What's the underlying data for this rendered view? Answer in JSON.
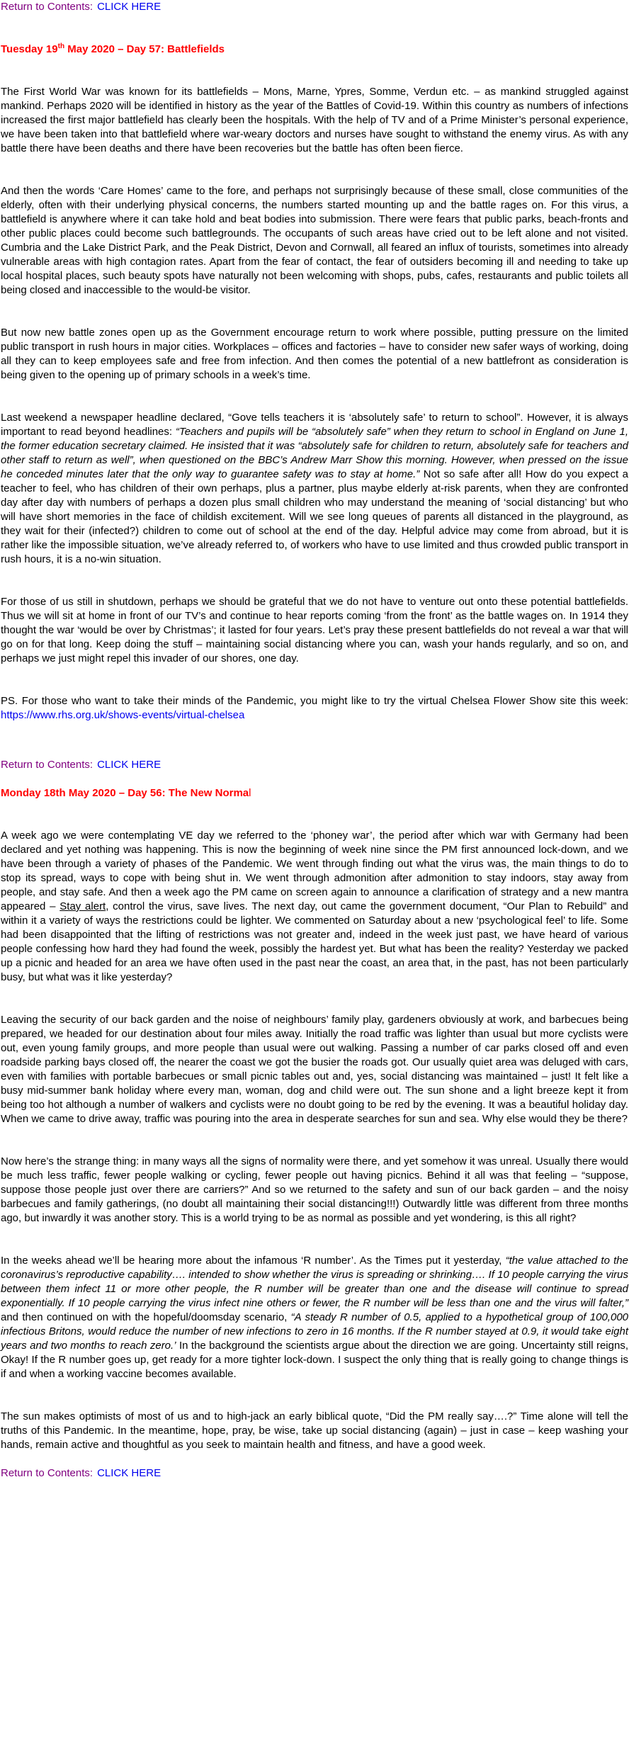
{
  "nav": {
    "return_label": "Return to Contents:",
    "click_here": "CLICK HERE"
  },
  "colors": {
    "heading": "#ff0000",
    "return_label": "#800080",
    "link": "#0000ee",
    "text": "#000000"
  },
  "day57": {
    "title_pre": "Tuesday 19",
    "title_sup": "th",
    "title_post": " May 2020 – Day 57: Battlefields",
    "p1": "The First World War was known for its battlefields – Mons, Marne, Ypres, Somme, Verdun etc. – as mankind struggled against mankind. Perhaps 2020 will be identified in history as the year of the Battles of Covid-19. Within this country as numbers of infections increased the first major battlefield has clearly been the hospitals. With the help of TV and of a Prime Minister’s personal experience, we have been taken into that battlefield where war-weary doctors and nurses have sought to withstand the enemy virus. As with any battle there have been deaths and there have been recoveries but the battle has often been fierce.",
    "p2": "And then the words ‘Care Homes’ came to the fore, and perhaps not surprisingly because of these small, close communities of the elderly, often with their underlying physical concerns, the numbers started mounting up and the battle rages on.  For this virus, a battlefield is anywhere where it can take hold and beat bodies into submission. There were fears that public parks, beach-fronts and other public places could become such battlegrounds. The occupants of such areas have cried out to be left alone and not visited.  Cumbria and the Lake District Park, and the Peak District, Devon and Cornwall, all feared an influx of tourists, sometimes into already vulnerable areas with high contagion rates. Apart from the fear of contact, the fear of outsiders becoming ill and needing to take up local hospital places, such beauty spots have naturally not been welcoming with shops, pubs, cafes, restaurants and public toilets all being closed and inaccessible to the would-be visitor.",
    "p3": "But now new battle zones open up as the Government encourage return to work where possible, putting pressure on the limited public transport in rush hours in major cities. Workplaces – offices and factories – have to consider new safer ways of working, doing all they can to keep employees safe and free from infection. And then comes the potential of a new battlefront as consideration is being given to the opening up of primary schools in a week’s time.",
    "p4_a": "Last weekend a newspaper headline declared, “Gove tells teachers it is ‘absolutely safe’ to return to school”. However, it is always important to read beyond headlines: ",
    "p4_b": "“Teachers and pupils will be “absolutely safe” when they return to school in England on June 1, the former education secretary claimed. He insisted that it was “absolutely safe for children to return, absolutely safe for teachers and other staff to return as well”, when questioned on the BBC’s Andrew Marr Show this morning. However, when pressed on the issue he conceded minutes later that the only way to guarantee safety was to stay at home.”",
    "p4_c": "  Not so safe after all!  How do you expect a teacher to feel, who has children of their own perhaps, plus a partner, plus maybe elderly at-risk parents, when they are confronted day after day with numbers of perhaps a dozen plus small children who may understand the meaning of ‘social distancing’ but who will have short memories in the face of childish excitement. Will we see long queues of parents all distanced in the playground, as they wait for their (infected?) children to come out of school at the end of the day. Helpful advice may come from abroad, but it is rather like the impossible situation, we’ve already referred to, of workers who have to use limited and thus crowded public transport in rush hours, it is a no-win situation.",
    "p5": "For those of us still in shutdown, perhaps we should be grateful that we do not have to venture out onto these potential battlefields. Thus we will sit at home in front of our TV’s and continue to hear reports coming ‘from the front’ as the battle wages on. In 1914 they thought the war ‘would be over by Christmas’; it lasted for four years. Let’s pray these present battlefields do not reveal a war that will go on for that long. Keep doing the stuff – maintaining social distancing where you can, wash your hands regularly, and so on, and perhaps we just might repel this invader of our shores, one day.",
    "ps_text": "PS. For those who want to take their minds of the Pandemic, you might like to try the virtual Chelsea Flower Show site this week:  ",
    "ps_link": "https://www.rhs.org.uk/shows-events/virtual-chelsea"
  },
  "day56": {
    "title_main": "Monday 18th May 2020 – Day 56: The New Norma",
    "title_last": "l",
    "p1_a": "A week ago we were contemplating VE day we referred to the ‘phoney war’, the period after which war with Germany had been declared and yet nothing was happening. This is now the beginning of week nine since the PM first announced lock-down, and we have been through a variety of phases of the Pandemic. We went through finding out what the virus was, the main things to do to stop its spread, ways to cope with being shut in. We went through admonition after admonition to stay indoors, stay away from people, and stay safe. And then a week ago the PM came on screen again to announce a clarification of strategy and a new mantra appeared – ",
    "p1_u": "Stay alert",
    "p1_b": ", control the virus, save lives. The next day, out came the government document, “Our Plan to Rebuild” and within it a variety of ways the restrictions could be lighter. We commented on Saturday about a new ‘psychological feel’ to life. Some had been disappointed that the lifting of restrictions was not greater and, indeed in the week just past, we have heard of various people confessing how hard they had found the week, possibly the hardest yet. But what has been the reality? Yesterday we packed up a picnic and headed for an area we have often used in the past near the coast, an area that, in the past, has not been particularly busy, but what was it like yesterday?",
    "p2": "Leaving the security of our back garden and the noise of neighbours’ family play, gardeners obviously at work, and barbecues being prepared, we headed for our destination about four miles away. Initially the road traffic was lighter than usual but more cyclists were out, even young family groups, and more people than usual were out walking.  Passing a number of car parks closed off and even roadside parking bays closed off, the nearer the coast we got the busier the roads got. Our usually quiet area was deluged with cars, even with families with portable barbecues or small picnic tables out and, yes, social distancing was maintained – just!  It felt like a busy mid-summer bank holiday where every man, woman, dog and child were out. The sun shone and a light breeze kept it from being too hot although a number of walkers and cyclists were no doubt going to be red by the evening. It was a beautiful holiday day. When we came to drive away, traffic was pouring into the area in desperate searches for sun and sea. Why else would they be there?",
    "p3": "Now here’s the strange thing: in many ways all the signs of normality were there, and yet somehow it was unreal. Usually there would be much less traffic, fewer people walking or cycling, fewer people out having picnics. Behind it all was that feeling – “suppose, suppose those people just over there are carriers?”  And so we returned to the safety and sun of our back garden – and the noisy barbecues and family gatherings, (no doubt all maintaining their social distancing!!!) Outwardly little was different from three months ago, but inwardly it was another story. This is a world trying to be as normal as possible and yet wondering, is this all right?",
    "p4_a": "In the weeks ahead we’ll be hearing more about the infamous ‘R number’. As the Times put it yesterday, ",
    "p4_b": "“the value attached to the coronavirus’s reproductive capability…. intended to show whether the virus is spreading or shrinking…. If 10 people carrying the virus between them infect 11 or more other people, the R number will be greater than one and the disease will continue to spread exponentially. If 10 people carrying the virus infect nine others or fewer, the R number will be less than one and the virus will falter,”",
    "p4_c": " and then continued on with the hopeful/doomsday scenario, ",
    "p4_d": "“A steady R number of 0.5, applied to a hypothetical group of 100,000 infectious Britons, would reduce the number of new infections to zero in 16 months. If the R number stayed at 0.9, it would take eight years and two months to reach zero.’",
    "p4_e": " In the background the scientists argue about the direction we are going. Uncertainty still reigns, Okay! If the R number goes up, get ready for a more tighter lock-down. I suspect the only thing that is really going to change things is if and when a working vaccine becomes available.",
    "p5": "The sun makes optimists of most of us and to high-jack an early biblical quote, “Did the PM really say….?” Time alone will tell the truths of this Pandemic. In the meantime, hope, pray, be wise, take up social distancing (again) – just in case – keep washing your hands, remain active and thoughtful as you seek to maintain health and fitness, and have a good week."
  }
}
